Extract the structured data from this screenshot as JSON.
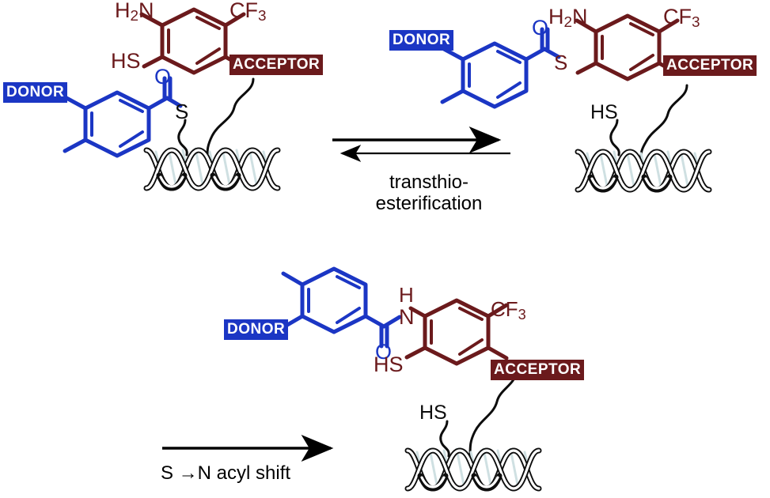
{
  "figure": {
    "type": "chemical-reaction-scheme",
    "title": "DNA-templated transthioesterification and S to N acyl shift",
    "background": "#ffffff",
    "colors": {
      "donor_fill": "#1b36c4",
      "acceptor_fill": "#6b1a1c",
      "donor_structure": "#1b36c4",
      "acceptor_structure": "#6b1a1c",
      "linker_black": "#0d0d0d",
      "label_text": "#ffffff"
    }
  },
  "labels": {
    "donor": "DONOR",
    "acceptor": "ACCEPTOR"
  },
  "atoms": {
    "amine": "H2N",
    "amine_h": "H",
    "amine_sub": "2",
    "amine_n": "N",
    "trifluoromethyl_c": "CF",
    "trifluoromethyl_sub": "3",
    "thiol": "HS",
    "sulfur": "S",
    "oxygen": "O",
    "nitrogen": "N",
    "hydrogen": "H"
  },
  "reactions": {
    "top": {
      "arrow": "equilibrium",
      "label_line1": "transthio-",
      "label_line2": "esterification"
    },
    "bottom": {
      "arrow": "forward",
      "label": "S →N acyl shift"
    }
  },
  "structures": {
    "reactant_left": {
      "name": "donor-thioester-on-dna",
      "donor_label": "DONOR",
      "acceptor_label": "ACCEPTOR",
      "substituents": [
        "H2N",
        "CF3",
        "HS",
        "O",
        "S",
        "methyl"
      ],
      "support": "dna-duplex"
    },
    "reactant_right": {
      "name": "acceptor-thioester-on-dna",
      "donor_label": "DONOR",
      "acceptor_label": "ACCEPTOR",
      "substituents": [
        "H2N",
        "CF3",
        "O",
        "S",
        "HS",
        "methyl"
      ],
      "support": "dna-duplex"
    },
    "product_bottom": {
      "name": "amide-product-on-dna",
      "donor_label": "DONOR",
      "acceptor_label": "ACCEPTOR",
      "substituents": [
        "H",
        "N",
        "O",
        "CF3",
        "HS",
        "HS",
        "methyl"
      ],
      "support": "dna-duplex"
    }
  }
}
